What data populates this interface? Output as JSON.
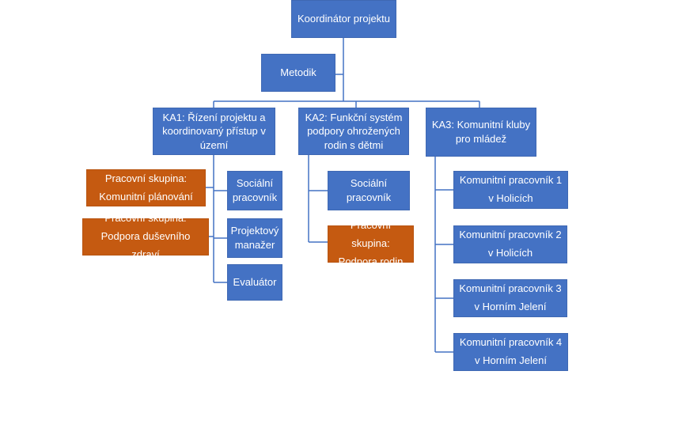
{
  "org_chart": {
    "root": "Koordinátor projektu",
    "advisor": "Metodik",
    "branches": {
      "ka1": {
        "title": "KA1: Řízení projektu a\nkoordinovaný přístup v\núzemí",
        "members": [
          "Sociální\npracovník",
          "Projektový\nmanažer",
          "Evaluátor"
        ],
        "working_groups": [
          "Pracovní skupina:\nKomunitní plánování",
          "Pracovní skupina:\nPodpora duševního zdraví"
        ]
      },
      "ka2": {
        "title": "KA2: Funkční systém\npodpory ohrožených\nrodin s dětmi",
        "members": [
          "Sociální\npracovník"
        ],
        "working_groups": [
          "Pracovní skupina:\nPodpora rodin"
        ]
      },
      "ka3": {
        "title": "KA3: Komunitní kluby\npro mládež",
        "members": [
          "Komunitní pracovník 1\nv Holicích",
          "Komunitní pracovník 2\nv Holicích",
          "Komunitní pracovník 3\nv Horním Jelení",
          "Komunitní pracovník 4\nv Horním Jelení"
        ]
      }
    },
    "colors": {
      "role_box": "#4472c4",
      "working_group_box": "#c55a11",
      "connector": "#4472c4"
    }
  }
}
